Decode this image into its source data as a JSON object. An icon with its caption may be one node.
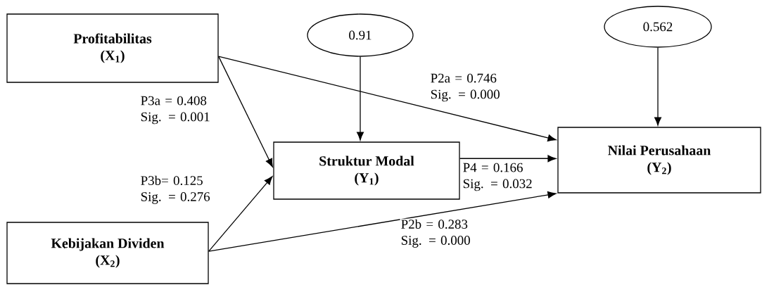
{
  "diagram": {
    "nodes": [
      {
        "text": [
          "Profitabilitas",
          "(X$_{1}$)"
        ]
      },
      {
        "text": [
          "0.91"
        ]
      },
      {
        "text": [
          "0.562"
        ]
      },
      {
        "text": [
          "Struktur Modal",
          "(Y$_{1}$)"
        ]
      },
      {
        "text": [
          "Nilai Perusahaan",
          "(Y$_{2}$)"
        ]
      },
      {
        "text": [
          "Kebijakan Dividen",
          "(X$_{2}$)"
        ]
      }
    ],
    "edges": [
      {
        "from": 0,
        "to": 3,
        "arrow": "to",
        "label": "P3a = 0.408 Sig. = 0.001"
      },
      {
        "from": 0,
        "to": 4,
        "arrow": "to",
        "label": "P2a = 0.746 Sig. = 0.000"
      },
      {
        "from": 1,
        "to": 3,
        "arrow": "to"
      },
      {
        "from": 2,
        "to": 4,
        "arrow": "to"
      },
      {
        "from": 3,
        "to": 4,
        "arrow": "to",
        "label": "P4 = 0.166 Sig. = 0.032"
      },
      {
        "from": 5,
        "to": 3,
        "arrow": "to",
        "label": "P3b= 0.125 Sig. = 0.276"
      },
      {
        "from": 5,
        "to": 4,
        "arrow": "to",
        "label": "P2b = 0.283 Sig. = 0.000"
      }
    ]
  }
}
